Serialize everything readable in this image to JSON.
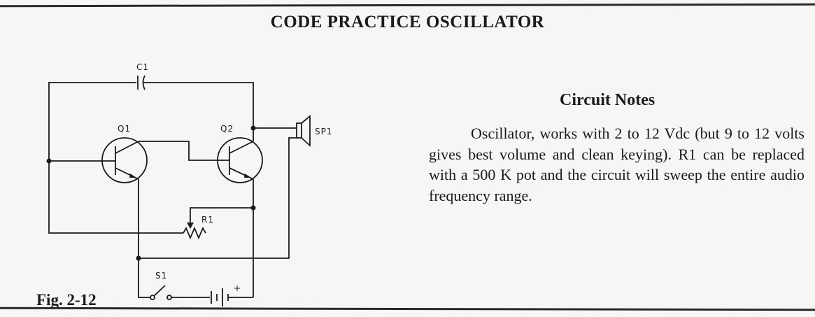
{
  "title": "CODE PRACTICE OSCILLATOR",
  "figure_label": "Fig. 2-12",
  "schematic": {
    "components": {
      "c1": "C1",
      "q1": "Q1",
      "q2": "Q2",
      "sp1": "SP1",
      "r1": "R1",
      "s1": "S1",
      "battery_plus": "+"
    }
  },
  "circuit_notes": {
    "heading": "Circuit Notes",
    "body": "Oscillator, works with 2 to 12 Vdc (but 9 to 12 volts gives best volume and clean keying). R1 can be replaced with a 500 K pot and the circuit will sweep the entire audio frequency range."
  }
}
